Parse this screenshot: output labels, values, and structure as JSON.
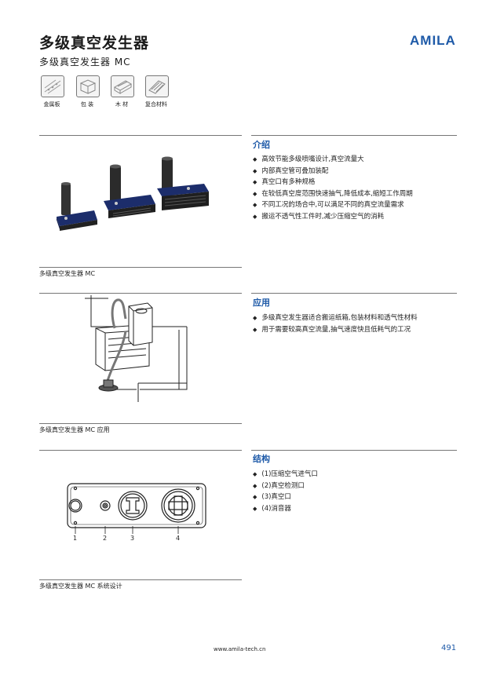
{
  "header": {
    "title": "多级真空发生器",
    "subtitle": "多级真空发生器 MC",
    "logo": "AMILA"
  },
  "materials": [
    {
      "label": "金属板",
      "icon": "metal-sheet-icon"
    },
    {
      "label": "包 装",
      "icon": "package-icon"
    },
    {
      "label": "木 材",
      "icon": "wood-icon"
    },
    {
      "label": "复合材料",
      "icon": "composite-icon"
    }
  ],
  "sections": [
    {
      "title": "介绍",
      "caption": "多级真空发生器 MC",
      "bullets": [
        "高效节能多级喷嘴设计,真空流量大",
        "内部真空管可叠加装配",
        "真空口有多种规格",
        "在较低真空度范围快速抽气,降低成本,缩短工作周期",
        "不同工况的场合中,可以满足不同的真空流量需求",
        "搬运不透气性工件时,减少压缩空气的消耗"
      ]
    },
    {
      "title": "应用",
      "caption": "多级真空发生器 MC 应用",
      "bullets": [
        "多级真空发生器适合搬运纸箱,包装材料和透气性材料",
        "用于需要较高真空流量,抽气速度快且低耗气的工况"
      ]
    },
    {
      "title": "结构",
      "caption": "多级真空发生器 MC 系统设计",
      "bullets": [
        "(1)压缩空气进气口",
        "(2)真空检测口",
        "(3)真空口",
        "(4)消音器"
      ],
      "diagram_labels": [
        "1",
        "2",
        "3",
        "4"
      ]
    }
  ],
  "footer": {
    "url": "www.amila-tech.cn",
    "page": "491"
  },
  "colors": {
    "accent": "#1e5aa8",
    "rule": "#777777"
  }
}
